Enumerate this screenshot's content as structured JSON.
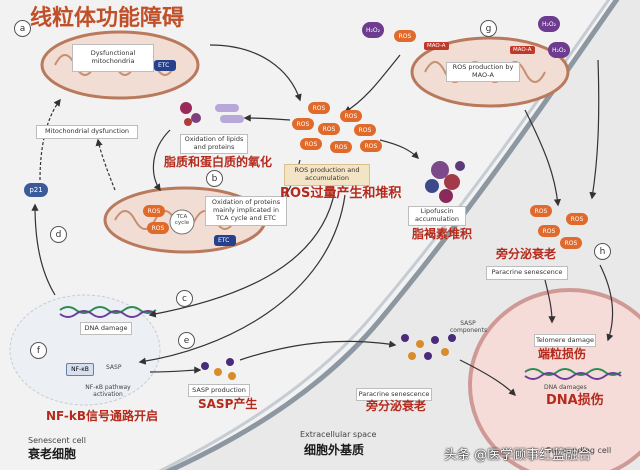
{
  "title": "线粒体功能障碍",
  "markers": [
    "a",
    "b",
    "c",
    "d",
    "e",
    "f",
    "g",
    "h"
  ],
  "mito_top": {
    "label": "Dysfunctional mitochondria",
    "etc": "ETC"
  },
  "mito_bottom": {
    "tca": "TCA cycle",
    "etc": "ETC",
    "ros": "ROS"
  },
  "mito_right": {
    "label": "ROS production by MAO-A",
    "mao": "MAO-A",
    "h2o2": "H₂O₂"
  },
  "labels": {
    "mito_dysfunction": "Mitochondrial dysfunction",
    "oxidation_lipids": "Oxidation of lipids and proteins",
    "cn_oxidation": "脂质和蛋白质的氧化",
    "oxidation_tca": "Oxidation of proteins mainly implicated in TCA cycle and ETC",
    "ros_production": "ROS production and accumulation",
    "cn_ros": "ROS过量产生和堆积",
    "lipofuscin": "Lipofuscin accumulation",
    "cn_lipofuscin": "脂褐素堆积",
    "p21": "p21",
    "dna_damage": "DNA damage",
    "nfkb": "NF-κB",
    "sasp": "SASP",
    "nfkb_activation": "NF-κB pathway activation",
    "cn_nfkb": "NF-kB信号通路开启",
    "sasp_production": "SASP production",
    "cn_sasp": "SASP产生",
    "sasp_components": "SASP components",
    "paracrine1": "Paracrine senescence",
    "cn_paracrine1": "旁分泌衰老",
    "paracrine2": "Paracrine senescence",
    "cn_paracrine2": "旁分泌衰老",
    "telomere": "Telomere damage",
    "cn_telomere": "端粒损伤",
    "dna_damages": "DNA damages",
    "cn_dna": "DNA损伤",
    "senescent_cell": "Senescent cell",
    "cn_senescent": "衰老细胞",
    "extracellular": "Extracellular space",
    "cn_extracellular": "细胞外基质",
    "surrounding": "Surrounding cell",
    "watermark": "头条 @医学顾事红蓝融合"
  },
  "ros_label": "ROS",
  "colors": {
    "ros": "#e06a2c",
    "h2o2": "#6d3b8f",
    "title": "#c0502a",
    "membrane": "#9aa3ad",
    "surrounding": "#e8c4c1"
  }
}
